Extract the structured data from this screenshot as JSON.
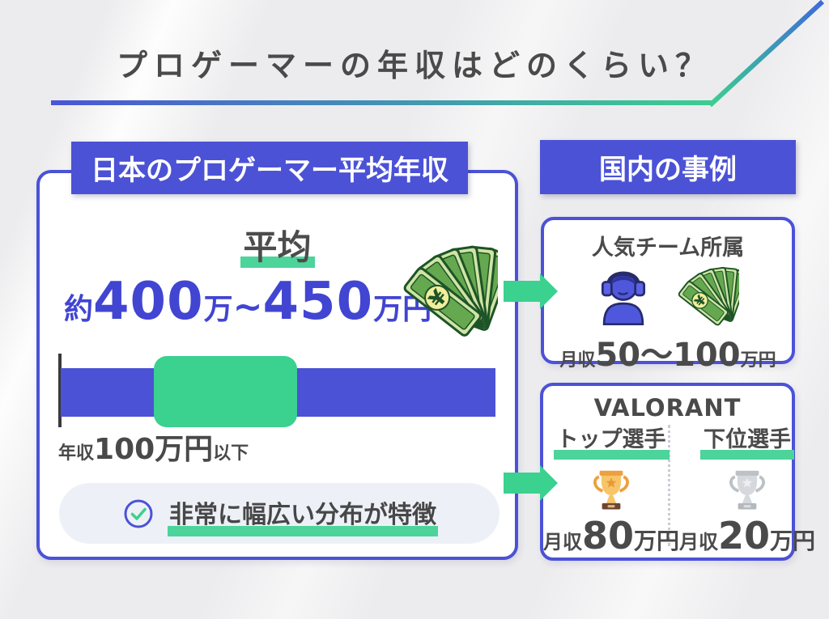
{
  "title": "プロゲーマーの年収はどのくらい？",
  "colors": {
    "accent_indigo": "#4b52d6",
    "accent_green": "#3bd18f",
    "underline_green": "#4cd49a",
    "text_dark": "#4a4a4a",
    "amount_blue": "#4145d2",
    "pill_bg": "#edf1f7"
  },
  "left_card": {
    "badge": "日本のプロゲーマー平均年収",
    "average_label": "平均",
    "amount": {
      "approx": "約",
      "low": "400",
      "low_unit": "万",
      "tilde": "~",
      "high": "450",
      "high_unit": "万円"
    },
    "bar_caption": {
      "prefix": "年収",
      "value": "100万円",
      "suffix": "以下"
    },
    "note": "非常に幅広い分布が特徴"
  },
  "right_panel": {
    "badge": "国内の事例",
    "team_card": {
      "title": "人気チーム所属",
      "income_prefix": "月収",
      "income_value": "50〜100",
      "income_suffix": "万円"
    },
    "valorant_card": {
      "title": "VALORANT",
      "columns": [
        {
          "label": "トップ選手",
          "income_prefix": "月収",
          "income_value": "80",
          "income_suffix": "万円"
        },
        {
          "label": "下位選手",
          "income_prefix": "月収",
          "income_value": "20",
          "income_suffix": "万円"
        }
      ]
    }
  },
  "icons": {
    "yen_symbol": "¥",
    "money": "money-fan-icon",
    "gamer": "gamer-headset-icon",
    "trophy_gold": "gold-trophy-icon",
    "trophy_silver": "silver-trophy-icon",
    "check": "check-circle-icon",
    "arrow": "arrow-right-icon"
  }
}
